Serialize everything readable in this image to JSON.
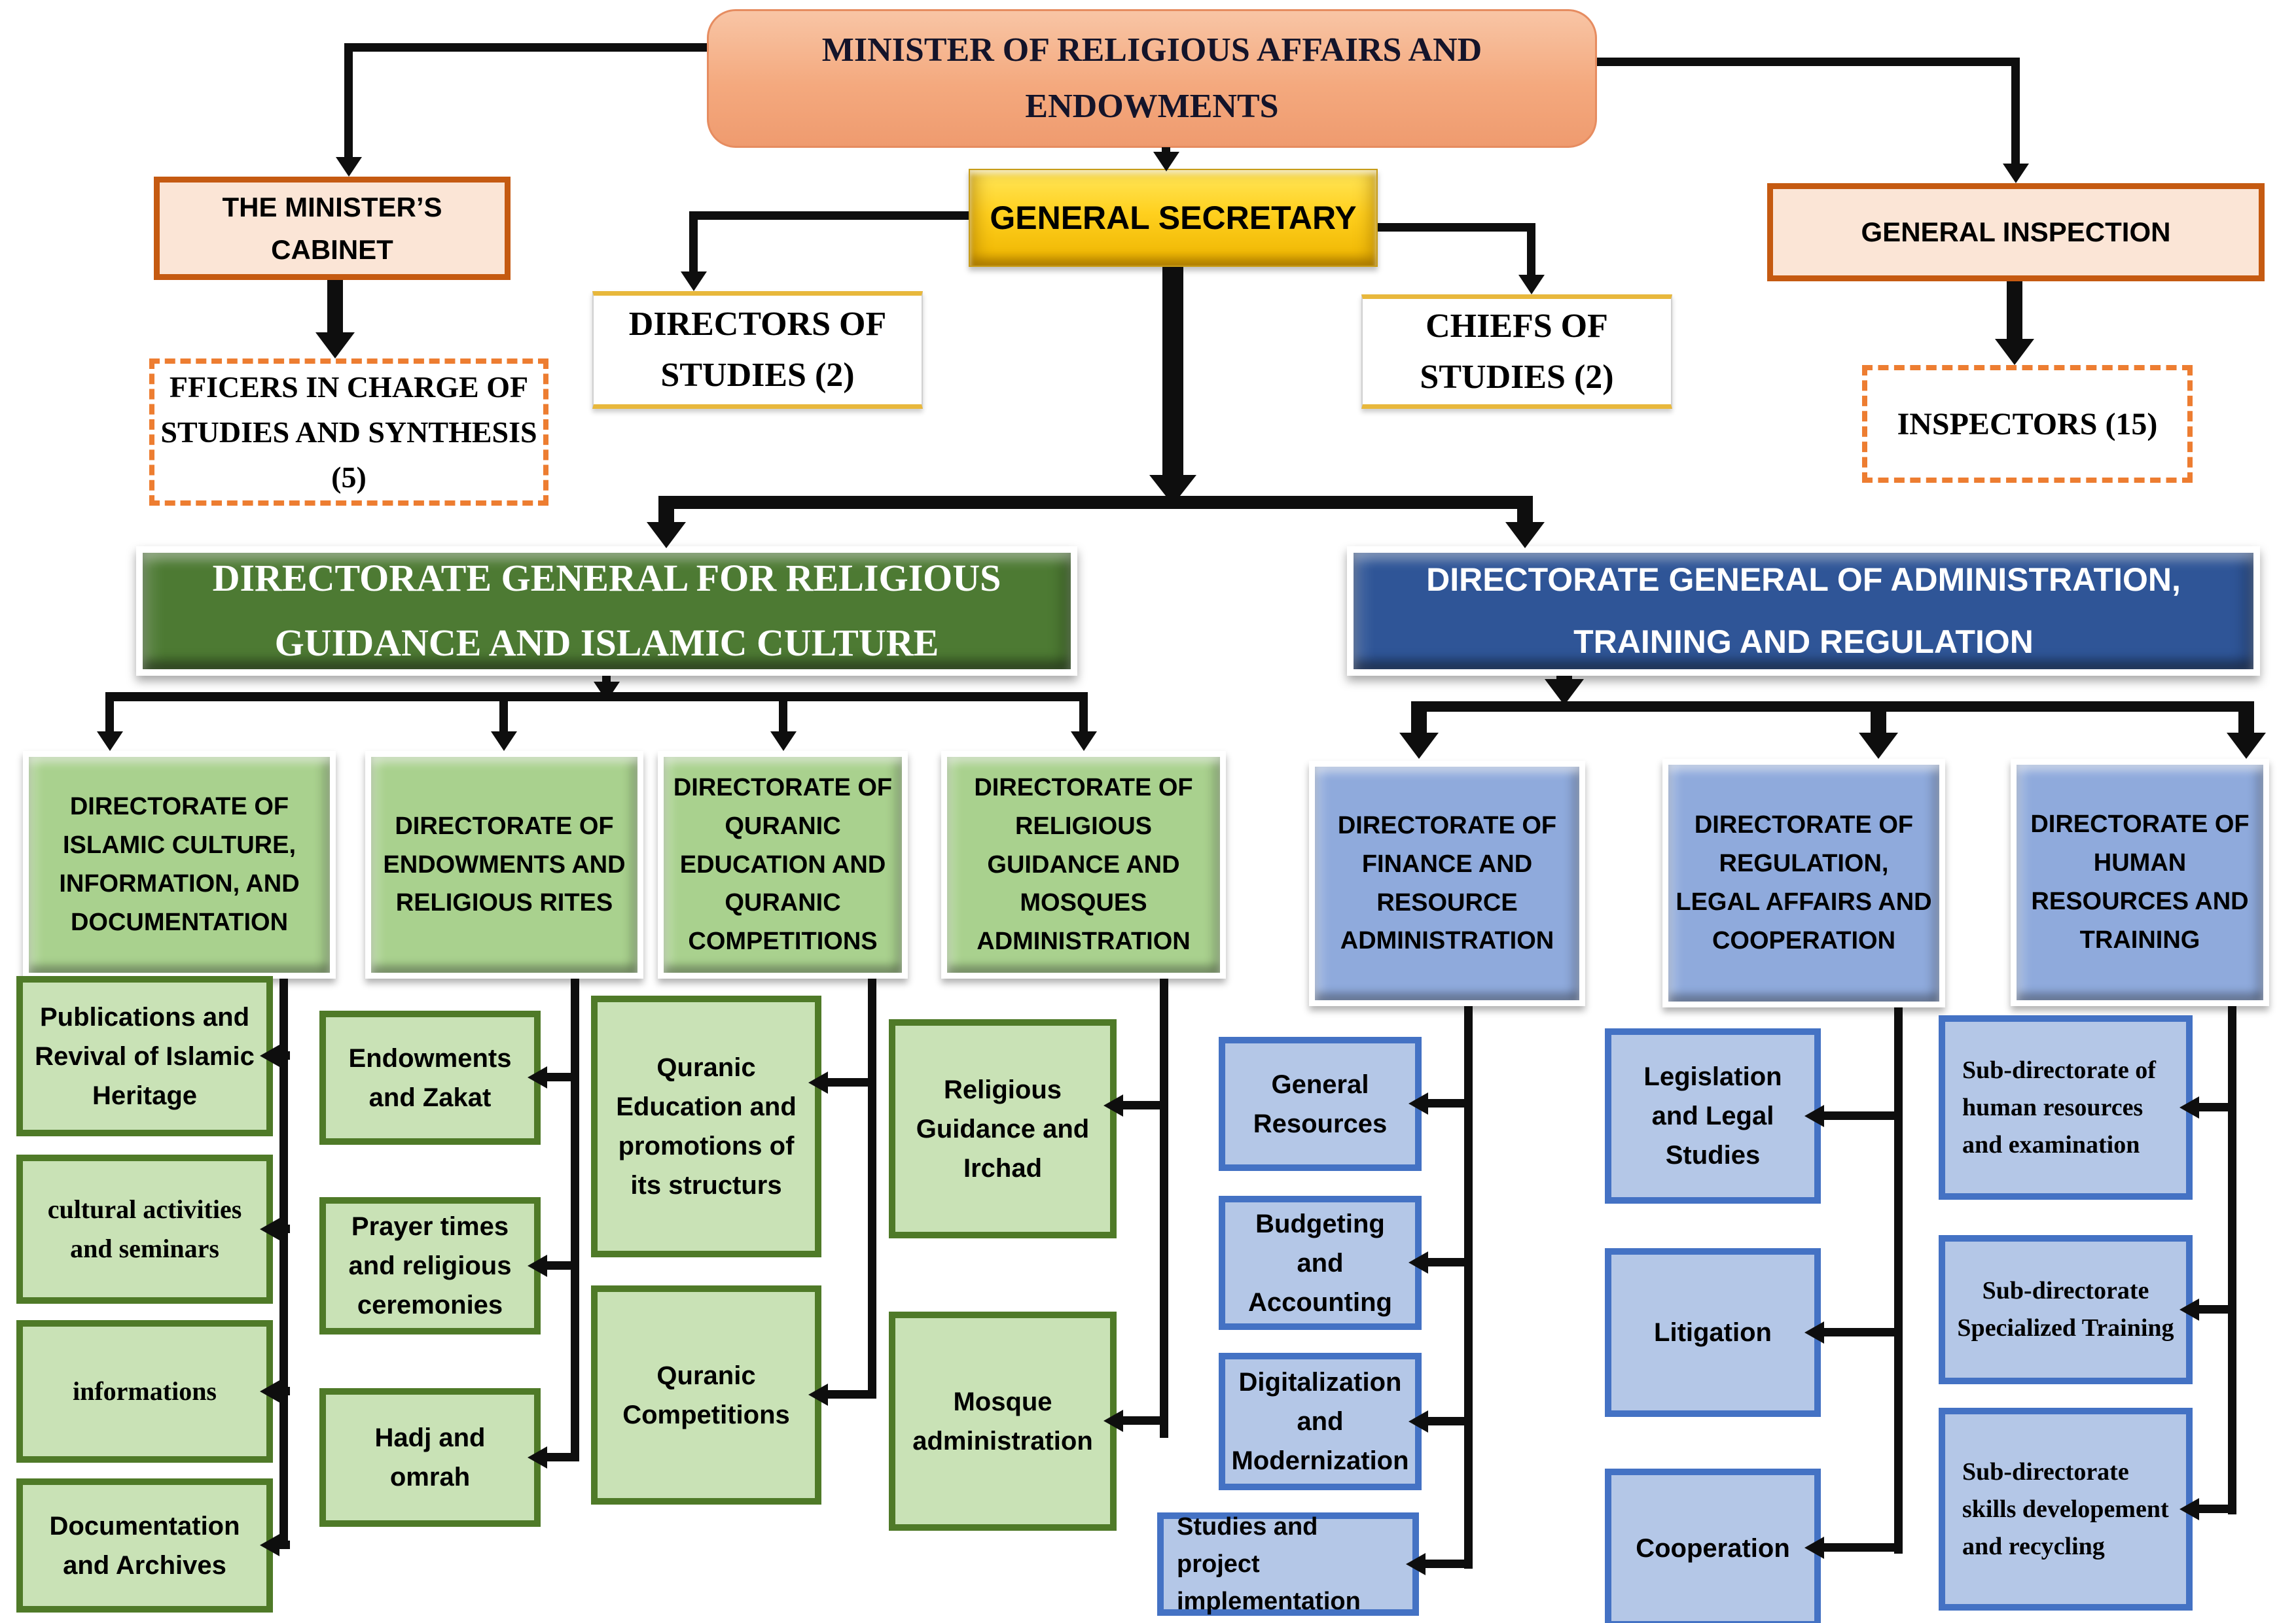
{
  "minister": {
    "label": "MINISTER OF RELIGIOUS AFFAIRS AND ENDOWMENTS"
  },
  "cabinet": {
    "label": "THE MINISTER’S CABINET"
  },
  "secretary": {
    "label": "GENERAL SECRETARY"
  },
  "inspection": {
    "label": "GENERAL INSPECTION"
  },
  "officers": {
    "label": "FFICERS IN CHARGE OF STUDIES AND SYNTHESIS (5)"
  },
  "directors": {
    "label": "DIRECTORS OF STUDIES (2)"
  },
  "chiefs": {
    "label": "CHIEFS OF STUDIES (2)"
  },
  "inspectors": {
    "label": "INSPECTORS (15)"
  },
  "dg_religious": {
    "label": "DIRECTORATE GENERAL FOR RELIGIOUS GUIDANCE AND ISLAMIC CULTURE",
    "children": [
      {
        "label": "DIRECTORATE OF ISLAMIC CULTURE, INFORMATION, AND DOCUMENTATION",
        "units": [
          "Publications and Revival of Islamic Heritage",
          "cultural activities and seminars",
          "informations",
          "Documentation and Archives"
        ]
      },
      {
        "label": "DIRECTORATE OF ENDOWMENTS AND RELIGIOUS RITES",
        "units": [
          "Endowments and Zakat",
          "Prayer times and religious ceremonies",
          "Hadj and omrah"
        ]
      },
      {
        "label": "DIRECTORATE OF QURANIC EDUCATION AND QURANIC COMPETITIONS",
        "units": [
          "Quranic Education and promotions of its structurs",
          "Quranic Competitions"
        ]
      },
      {
        "label": "DIRECTORATE OF RELIGIOUS GUIDANCE AND MOSQUES ADMINISTRATION",
        "units": [
          "Religious Guidance and Irchad",
          "Mosque administration"
        ]
      }
    ]
  },
  "dg_admin": {
    "label": "DIRECTORATE GENERAL OF ADMINISTRATION, TRAINING AND REGULATION",
    "children": [
      {
        "label": "DIRECTORATE OF FINANCE AND RESOURCE ADMINISTRATION",
        "units": [
          "General Resources",
          "Budgeting and Accounting",
          "Digitalization and Modernization",
          "Studies and project implementation"
        ]
      },
      {
        "label": "DIRECTORATE OF REGULATION, LEGAL AFFAIRS AND COOPERATION",
        "units": [
          "Legislation and Legal Studies",
          "Litigation",
          "Cooperation"
        ]
      },
      {
        "label": "DIRECTORATE OF HUMAN RESOURCES AND TRAINING",
        "units": [
          "Sub-directorate of human resources and examination",
          "Sub-directorate Specialized Training",
          "Sub-directorate skills developement and recycling"
        ]
      }
    ]
  },
  "colors": {
    "salmon": "#F4A97E",
    "gold": "#FFD01E",
    "peach": "#FBE5D6",
    "orange_border": "#C55A11",
    "dashed_orange": "#ED7D31",
    "gold_frame": "#E8B83C",
    "green_dark": "#4D7A33",
    "green_mid": "#A9D18E",
    "green_light": "#C9E2B6",
    "green_border": "#4F7A28",
    "blue_dark": "#2F5597",
    "blue_mid": "#8FAADC",
    "blue_light": "#B4C7E7",
    "blue_border": "#4472C4",
    "line": "#0E0E0E"
  }
}
